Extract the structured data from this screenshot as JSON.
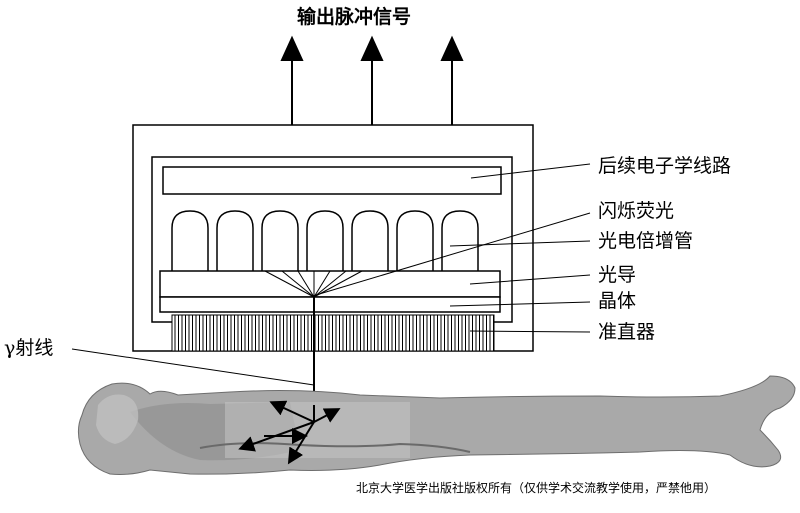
{
  "title": "输出脉冲信号",
  "labels": {
    "electronics": "后续电子学线路",
    "scintillation": "闪烁荧光",
    "pmt": "光电倍增管",
    "lightguide": "光导",
    "crystal": "晶体",
    "collimator": "准直器",
    "gamma": "γ射线"
  },
  "footer": "北京大学医学出版社版权所有（仅供学术交流教学使用，严禁他用）"
}
